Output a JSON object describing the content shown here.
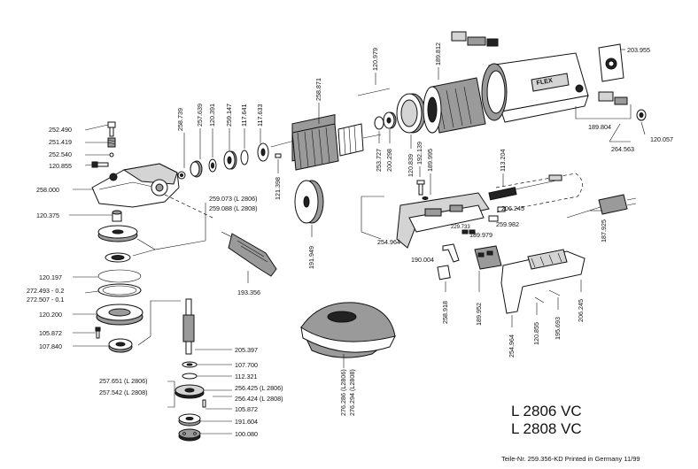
{
  "model_labels": {
    "line1": "L 2806 VC",
    "line2": "L 2808 VC"
  },
  "footer": "Teile-Nr. 259.356-KD Printed in Germany 11/99",
  "brand_text": "FLEX",
  "left_labels": {
    "p252490": "252.490",
    "p251419": "251.419",
    "p252540": "252.540",
    "p120855a": "120.855",
    "p258000": "258.000",
    "p120375": "120.375",
    "p120197": "120.197",
    "p272493": "272.493 - 0.2",
    "p272507": "272.507 - 0.1",
    "p120200": "120.200",
    "p105872a": "105.872",
    "p107840": "107.840",
    "p257651": "257.651 (L 2806)",
    "p257542": "257.542 (L 2808)"
  },
  "right_labels": {
    "p205397": "205.397",
    "p107700": "107.700",
    "p112321": "112.321",
    "p256425": "256.425 (L 2806)",
    "p256424": "256.424 (L 2808)",
    "p105872b": "105.872",
    "p191604": "191.604",
    "p100080": "100.080",
    "p259073": "259.073 (L 2806)",
    "p259088": "259.088 (L 2808)",
    "p203955": "203.955",
    "p189804": "189.804",
    "p120057": "120.057",
    "p264563": "264.563",
    "p206245a": "206.245",
    "p259982": "259.982",
    "p229733": "229.733",
    "p189979": "189.979",
    "p254964a": "254.964",
    "p190004": "190.004"
  },
  "vertical_labels": {
    "p258739": "258.739",
    "p257639": "257.639",
    "p120391": "120.391",
    "p259147": "259.147",
    "p117641": "117.641",
    "p117633": "117.633",
    "p258871": "258.871",
    "p120979": "120.979",
    "p189812": "189.812",
    "p121398": "121.398",
    "p253727": "253.727",
    "p200298": "200.298",
    "p120839": "120.839",
    "p192139": "192.139",
    "p189995": "189.995",
    "p113204": "113.204",
    "p191949": "191.949",
    "p193356": "193.356",
    "p187925": "187.925",
    "p258918": "258.918",
    "p189952": "189.952",
    "p254964b": "254.964",
    "p120855b": "120.855",
    "p195693": "195.693",
    "p206245b": "206.245",
    "p276286": "276.286 (L2806)",
    "p276294": "276.294 (L2808)"
  }
}
